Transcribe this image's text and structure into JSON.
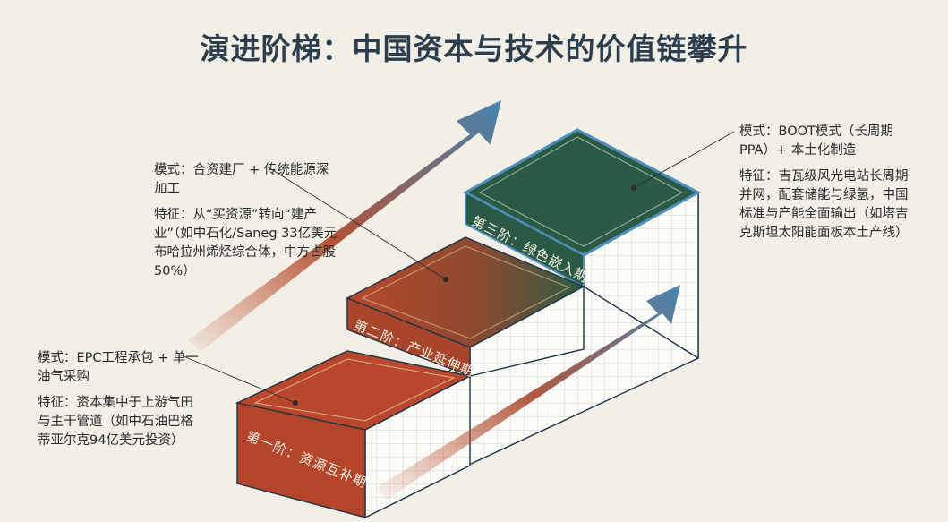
{
  "title": "演进阶梯：中国资本与技术的价值链攀升",
  "steps": [
    {
      "label": "第一阶：资源互补期",
      "mode": "模式：EPC工程承包 + 单一油气采购",
      "feature": "特征：资本集中于上游气田与主干管道（如中石油巴格蒂亚尔克94亿美元投资）",
      "color": "#b9472a"
    },
    {
      "label": "第二阶：产业延伸期",
      "mode": "模式：合资建厂 + 传统能源深加工",
      "feature": "特征：从“买资源”转向“建产业”（如中石化/Saneg 33亿美元布哈拉州烯烃综合体，中方占股50%）",
      "color": "#a84a2c"
    },
    {
      "label": "第三阶：绿色嵌入期",
      "mode": "模式：BOOT模式（长周期PPA）+ 本土化制造",
      "feature": "特征：吉瓦级风光电站长周期并网，配套储能与绿氢，中国标准与产能全面输出（如塔吉克斯坦太阳能面板本土产线）",
      "color": "#2e5c45"
    }
  ],
  "colors": {
    "rust": "#b9472a",
    "green": "#2e5c45",
    "blue": "#2e6f9a",
    "side": "#fbfbf8",
    "grid": "#c3c9cf",
    "edge": "#1e3246",
    "blueEdge": "#4f8fbe"
  }
}
